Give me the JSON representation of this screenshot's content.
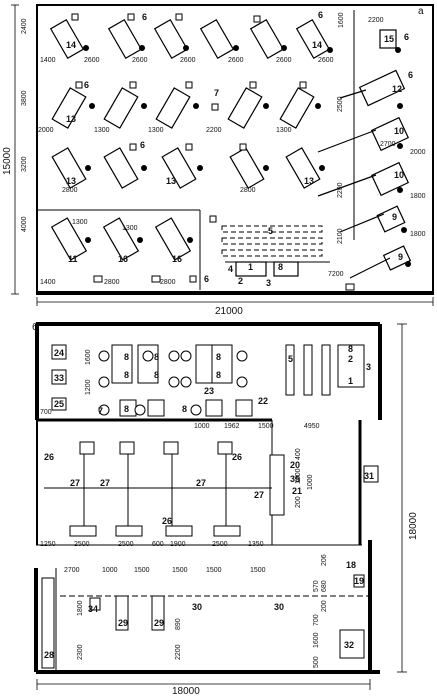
{
  "panels": [
    {
      "letter": "а",
      "overall_width": "21000",
      "overall_height": "15000"
    },
    {
      "letter": "б",
      "overall_width": "18000",
      "overall_height": "18000"
    }
  ],
  "plan_a": {
    "dimensions": [
      "2400",
      "2600",
      "2600",
      "2600",
      "1600",
      "2200",
      "1400",
      "2600",
      "2600",
      "2600",
      "3800",
      "2000",
      "1300",
      "1300",
      "2200",
      "1300",
      "2500",
      "2700",
      "2000",
      "3200",
      "2800",
      "2800",
      "2200",
      "1800",
      "4000",
      "1300",
      "1300",
      "2100",
      "1800",
      "1400",
      "2800",
      "2800",
      "7200"
    ],
    "machine_numbers": [
      "14",
      "14",
      "12",
      "13",
      "13",
      "13",
      "13",
      "10",
      "10",
      "11",
      "16",
      "16",
      "9",
      "9",
      "15",
      "2",
      "3",
      "4",
      "5",
      "6",
      "6",
      "6",
      "6",
      "6",
      "6",
      "6",
      "7",
      "8",
      "1"
    ]
  },
  "plan_b": {
    "dimensions": [
      "1600",
      "1200",
      "700",
      "1000",
      "1962",
      "1500",
      "4950",
      "2500",
      "2500",
      "600",
      "1900",
      "2500",
      "1350",
      "1250",
      "400",
      "1000",
      "200",
      "1000",
      "2700",
      "1000",
      "1500",
      "1500",
      "1500",
      "1500",
      "1800",
      "2300",
      "2200",
      "890",
      "500",
      "1600",
      "700",
      "200",
      "680",
      "206",
      "570"
    ],
    "labels": [
      "24",
      "33",
      "25",
      "26",
      "26",
      "26",
      "27",
      "27",
      "27",
      "27",
      "28",
      "29",
      "29",
      "30",
      "30",
      "34",
      "31",
      "32",
      "35",
      "19",
      "18",
      "20",
      "21",
      "22",
      "23",
      "8",
      "8",
      "8",
      "8",
      "8",
      "8",
      "8",
      "8",
      "8",
      "7",
      "3",
      "2",
      "1",
      "5"
    ]
  }
}
